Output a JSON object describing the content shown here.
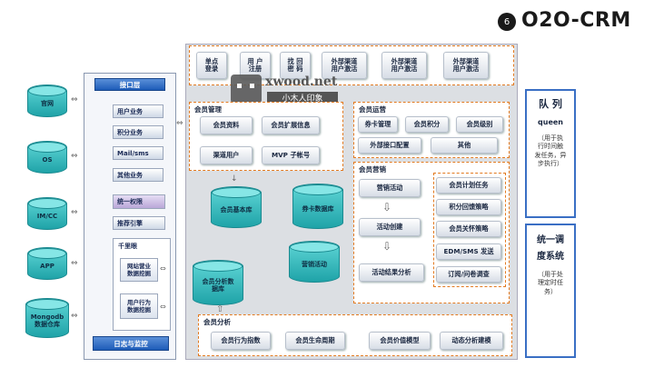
{
  "slide_number": "6",
  "slide_title": "O2O-CRM",
  "external_sources": [
    "官网",
    "OS",
    "IM/CC",
    "APP",
    "Mongodb\n数据仓库"
  ],
  "interface_layer": {
    "title": "接口层",
    "items": [
      "用户业务",
      "积分业务",
      "Mail/sms",
      "其他业务"
    ],
    "unified_auth": "统一权限",
    "recommend_engine": "推荐引擎",
    "eye_title": "千里眼",
    "eye_items": [
      "网站营业\n数据挖掘",
      "用户行为\n数据挖掘"
    ],
    "log_monitor": "日志与监控"
  },
  "top_row": [
    "单点\n登录",
    "用 户\n注册",
    "找 回\n密 码",
    "外部渠道\n用户激活",
    "外部渠道\n用户激活",
    "外部渠道\n用户激活"
  ],
  "watermark": {
    "brand": "xwood.net",
    "sub": "小木人印象"
  },
  "member_mgmt": {
    "title": "会员管理",
    "items": [
      "会员资料",
      "会员扩展信息",
      "渠道用户",
      "MVP 子帐号"
    ]
  },
  "member_ops": {
    "title": "会员运营",
    "items": [
      "券卡管理",
      "会员积分",
      "会员级别",
      "外部接口配置",
      "其他"
    ]
  },
  "member_marketing": {
    "title": "会员营销",
    "flow": [
      "营销活动",
      "活动创建",
      "活动结果分析"
    ],
    "strategies": [
      "会员计划任务",
      "积分回馈策略",
      "会员关怀策略",
      "EDM/SMS 发送",
      "订阅/问卷调查"
    ]
  },
  "databases": [
    "会员基本库",
    "券卡数据库",
    "营销活动",
    "会员分析数\n据库"
  ],
  "member_analysis": {
    "title": "会员分析",
    "items": [
      "会员行为指数",
      "会员生命周期",
      "会员价值模型",
      "动态分析建模"
    ]
  },
  "queue_box": {
    "title": "队 列",
    "subtitle": "queen",
    "desc": "（用于执\n行时间触\n发任务，异\n步执行）"
  },
  "schedule_box": {
    "title": "统一调\n度系统",
    "desc": "（用于处\n理定时任\n务）"
  }
}
